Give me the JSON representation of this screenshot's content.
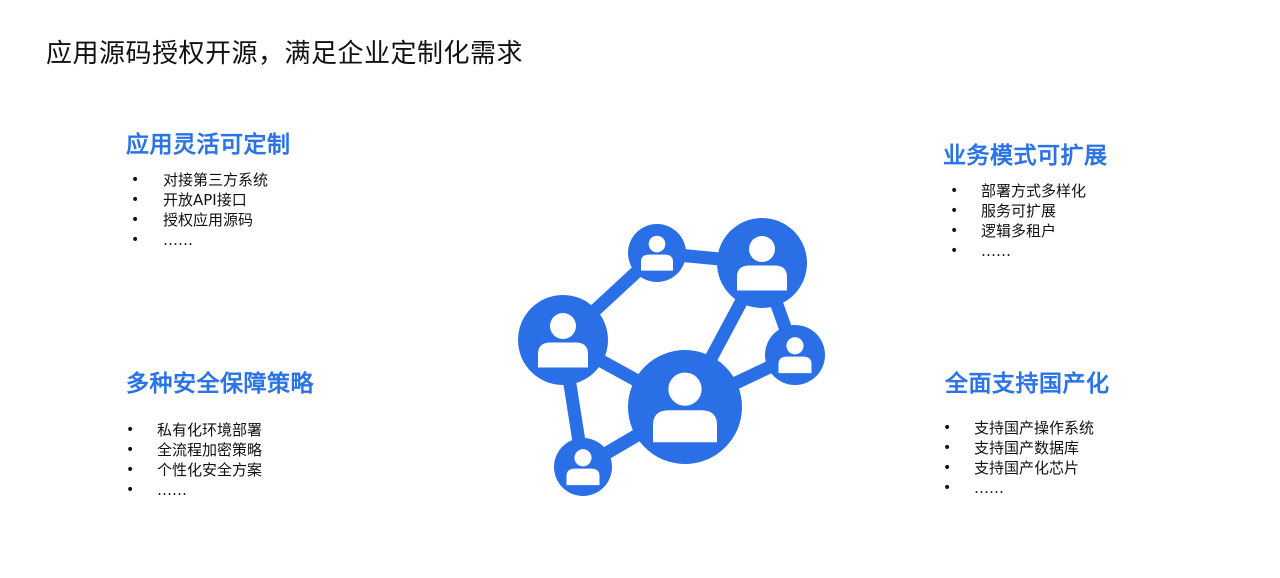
{
  "page": {
    "title": "应用源码授权开源，满足企业定制化需求",
    "accent_color": "#2b74e6",
    "text_color": "#111111"
  },
  "sections": {
    "top_left": {
      "title": "应用灵活可定制",
      "items": [
        "对接第三方系统",
        "开放API接口",
        "授权应用源码",
        "……"
      ]
    },
    "top_right": {
      "title": "业务模式可扩展",
      "items": [
        "部署方式多样化",
        "服务可扩展",
        "逻辑多租户",
        "……"
      ]
    },
    "bottom_left": {
      "title": "多种安全保障策略",
      "items": [
        "私有化环境部署",
        "全流程加密策略",
        "个性化安全方案",
        "……"
      ]
    },
    "bottom_right": {
      "title": "全面支持国产化",
      "items": [
        "支持国产操作系统",
        "支持国产数据库",
        "支持国产化芯片",
        "……"
      ]
    }
  },
  "illustration": {
    "icon": "user-network-icon",
    "color": "#2b6fe6",
    "bullet_glyph": "•"
  }
}
